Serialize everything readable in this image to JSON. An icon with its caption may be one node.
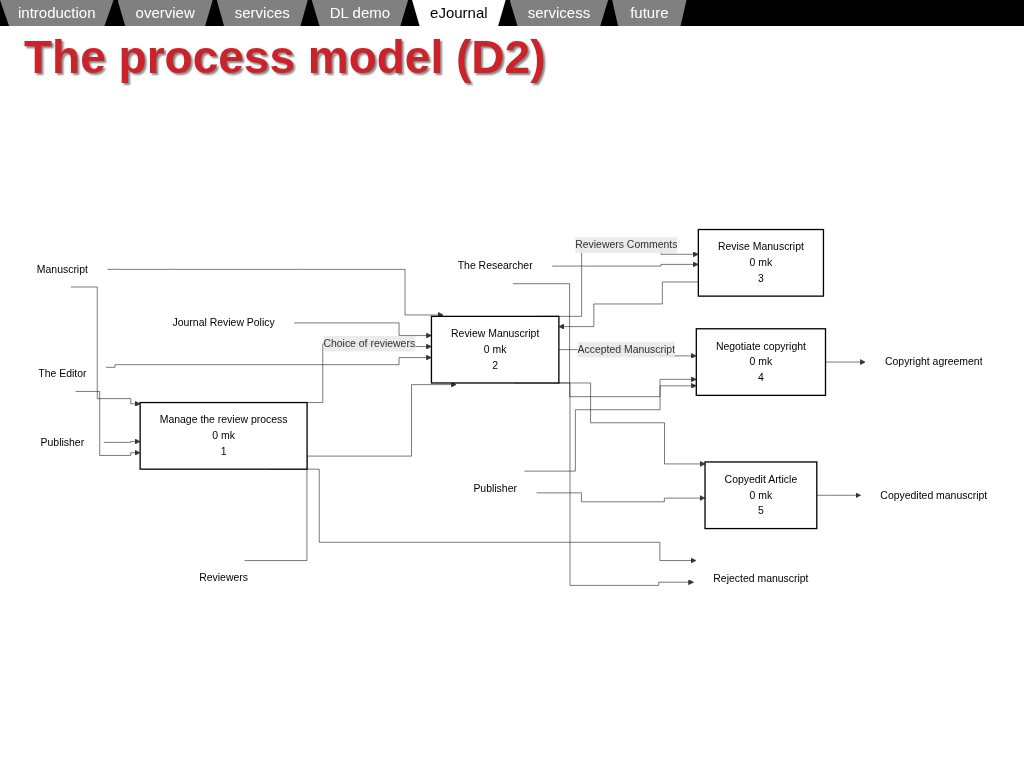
{
  "diagram": {
    "title": "The process model (D2)",
    "nodes": [
      {
        "text": [
          "Manage the review process",
          "0 mk",
          "1"
        ]
      },
      {
        "text": [
          "Review Manuscript",
          "0 mk",
          "2"
        ]
      },
      {
        "text": [
          "Revise Manuscript",
          "0 mk",
          "3"
        ]
      },
      {
        "text": [
          "Negotiate copyright",
          "0 mk",
          "4"
        ]
      },
      {
        "text": [
          "Copyedit Article",
          "0 mk",
          "5"
        ]
      },
      {
        "text": [
          "Journal Review Policy"
        ]
      },
      {
        "text": [
          "Manuscript"
        ]
      },
      {
        "text": [
          "Publisher"
        ]
      },
      {
        "text": [
          "The Editor"
        ]
      },
      {
        "text": [
          "Reviewers"
        ]
      },
      {
        "text": [
          "The Researcher"
        ]
      },
      {
        "text": [
          "Publisher"
        ]
      },
      {
        "text": [
          "Rejected manuscript"
        ]
      },
      {
        "text": [
          "Copyright agreement"
        ]
      },
      {
        "text": [
          "Copyedited manuscript"
        ]
      }
    ],
    "edges": [
      {
        "from": 6,
        "to": 0,
        "arrow": "to"
      },
      {
        "from": 6,
        "to": 1,
        "arrow": "to"
      },
      {
        "from": 5,
        "to": 1,
        "arrow": "to"
      },
      {
        "from": 0,
        "to": 1,
        "label": "Choice of reviewers",
        "arrow": "to"
      },
      {
        "from": 0,
        "to": 12,
        "arrow": "to"
      },
      {
        "from": 1,
        "to": 12,
        "arrow": "to"
      },
      {
        "from": 1,
        "to": 3,
        "label": "Accepted Manuscript",
        "arrow": "to"
      },
      {
        "from": 1,
        "to": 4,
        "arrow": "to"
      },
      {
        "from": 1,
        "to": 2,
        "label": "Reviewers Comments",
        "arrow": "to"
      },
      {
        "from": 2,
        "to": 1,
        "arrow": "to"
      },
      {
        "from": 3,
        "to": 13,
        "arrow": "to"
      },
      {
        "from": 4,
        "to": 14,
        "arrow": "to"
      },
      {
        "from": 7,
        "to": 0,
        "arrow": "to"
      },
      {
        "from": 8,
        "to": 1,
        "arrow": "to"
      },
      {
        "from": 8,
        "to": 0,
        "arrow": "to"
      },
      {
        "from": 9,
        "to": 1,
        "arrow": "to"
      },
      {
        "from": 10,
        "to": 2,
        "arrow": "to"
      },
      {
        "from": 10,
        "to": 3,
        "arrow": "to"
      },
      {
        "from": 11,
        "to": 4,
        "arrow": "to"
      },
      {
        "from": 11,
        "to": 3,
        "arrow": "to"
      }
    ],
    "labels": [
      "introduction",
      "overview",
      "services",
      "DL demo",
      "eJournal",
      "servicess",
      "future"
    ]
  }
}
